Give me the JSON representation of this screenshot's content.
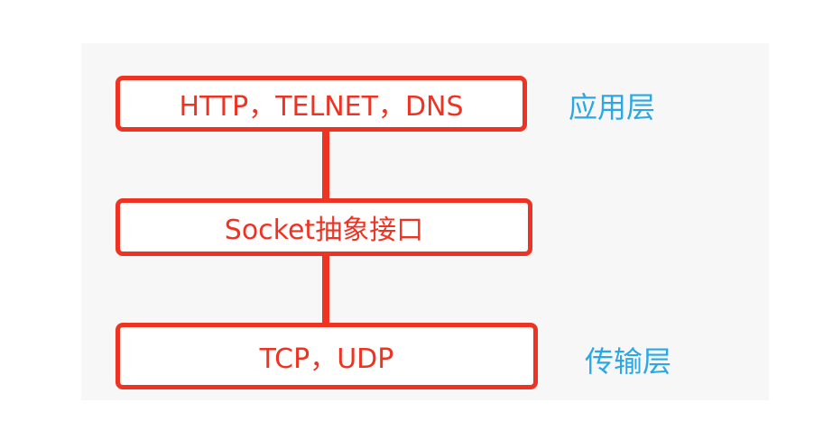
{
  "layers": {
    "application_protocols": "HTTP，TELNET，DNS",
    "socket_interface": "Socket抽象接口",
    "transport_protocols": "TCP，UDP"
  },
  "labels": {
    "application_layer": "应用层",
    "transport_layer": "传输层"
  },
  "colors": {
    "box_border": "#ee3322",
    "box_text": "#ee3322",
    "label_text": "#2aa8e6",
    "panel_background": "#f7f7f7"
  }
}
